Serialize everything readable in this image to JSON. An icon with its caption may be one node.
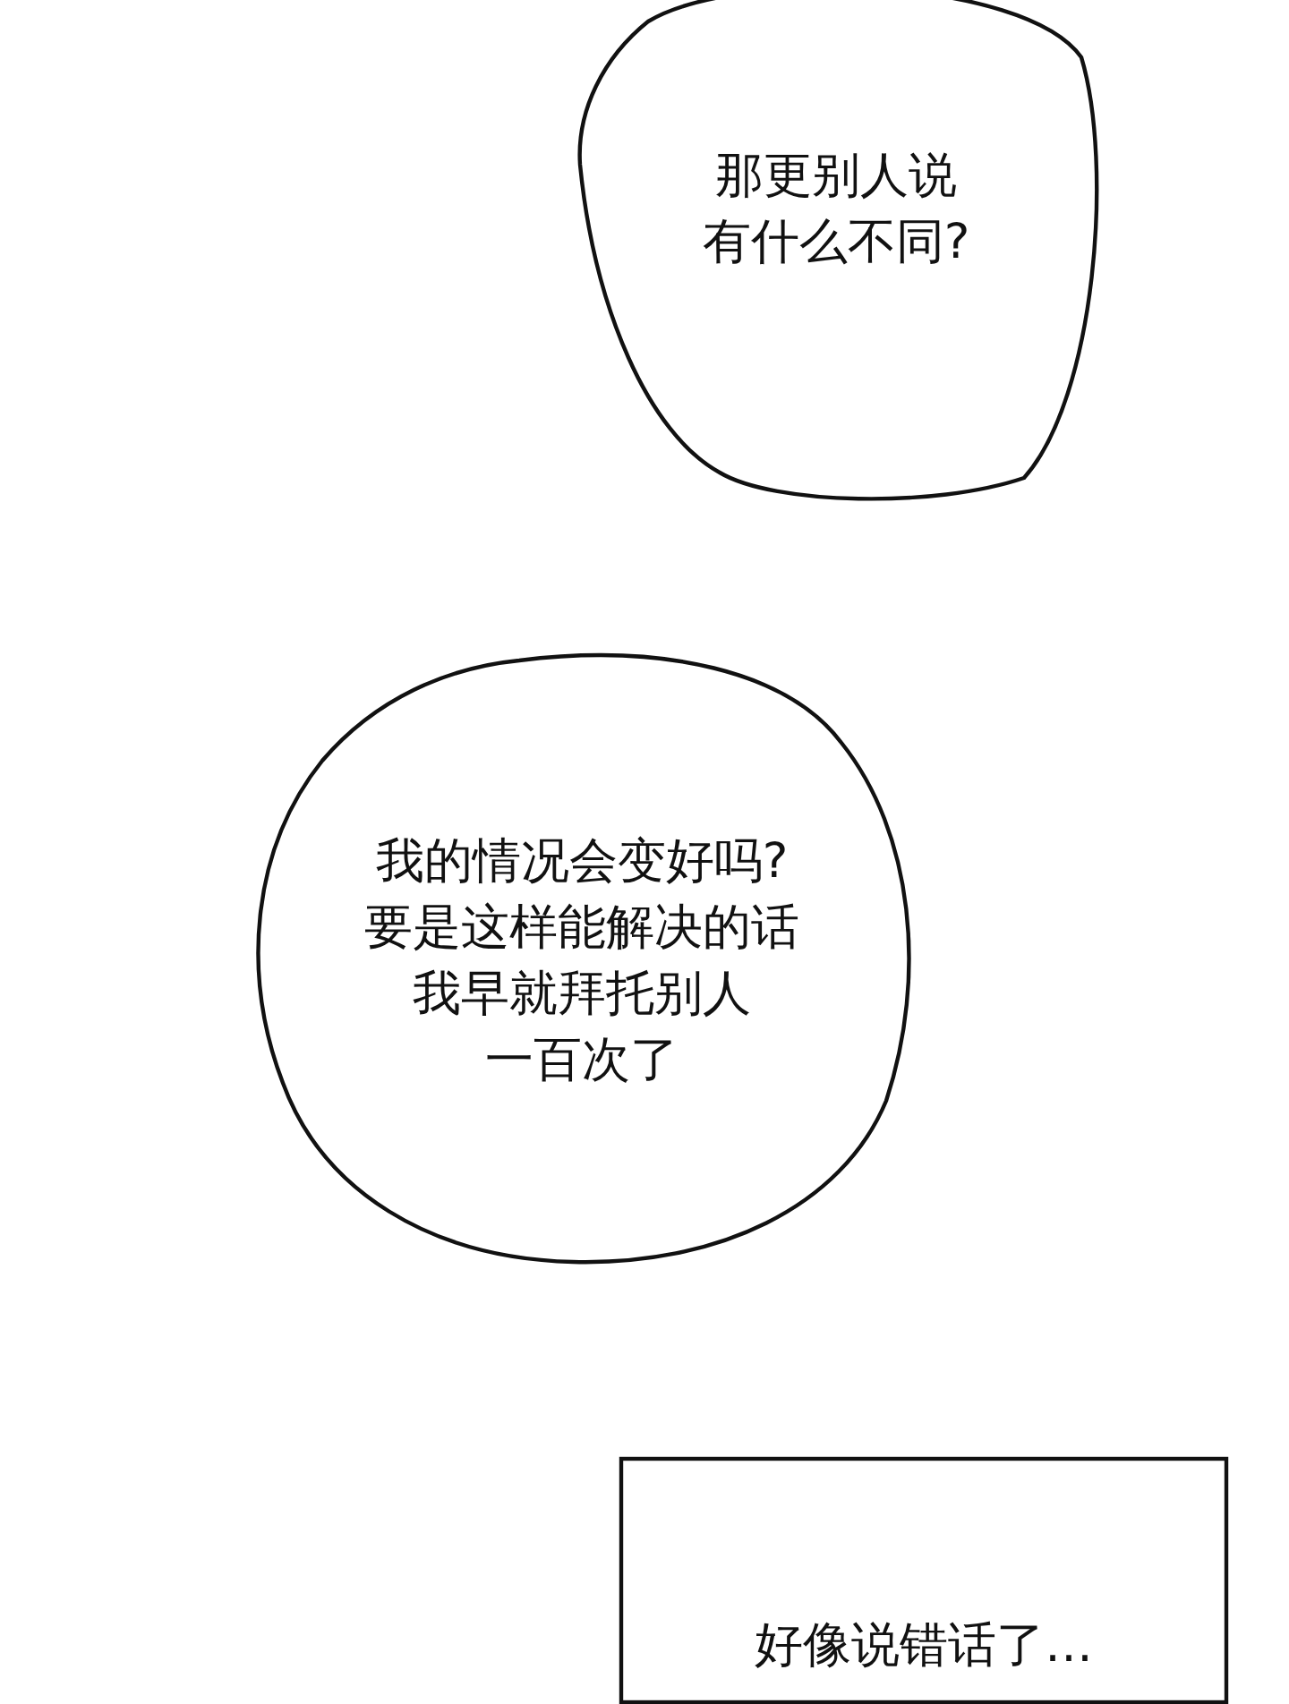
{
  "diagram": {
    "nodes": [
      {
        "text": [
          "那更别人说有什么不同?"
        ]
      },
      {
        "text": [
          "我的情况会变好吗?要是这样能解决的话我早就拜托别人一百次了"
        ]
      },
      {
        "text": [
          "好像说错话了…"
        ]
      }
    ]
  }
}
